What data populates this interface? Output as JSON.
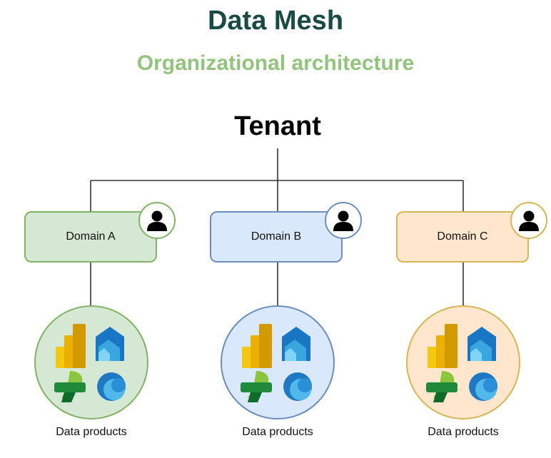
{
  "header": {
    "title": "Data Mesh",
    "subtitle": "Organizational architecture"
  },
  "tenant": {
    "label": "Tenant"
  },
  "colors": {
    "title": "#1a4a44",
    "subtitle": "#93c47d",
    "connector": "#333333"
  },
  "domains": [
    {
      "label": "Domain A",
      "fill": "#d5e8d4",
      "stroke": "#82b366",
      "owner_icon": "person-icon",
      "products_label": "Data products",
      "product_icons": [
        "power-bi-icon",
        "data-factory-icon",
        "synapse-icon",
        "cosmos-icon"
      ]
    },
    {
      "label": "Domain B",
      "fill": "#dae8fc",
      "stroke": "#6c8ebf",
      "owner_icon": "person-icon",
      "products_label": "Data products",
      "product_icons": [
        "power-bi-icon",
        "data-factory-icon",
        "synapse-icon",
        "cosmos-icon"
      ]
    },
    {
      "label": "Domain C",
      "fill": "#ffe6cc",
      "stroke": "#d6b656",
      "owner_icon": "person-icon",
      "products_label": "Data products",
      "product_icons": [
        "power-bi-icon",
        "data-factory-icon",
        "synapse-icon",
        "cosmos-icon"
      ]
    }
  ]
}
